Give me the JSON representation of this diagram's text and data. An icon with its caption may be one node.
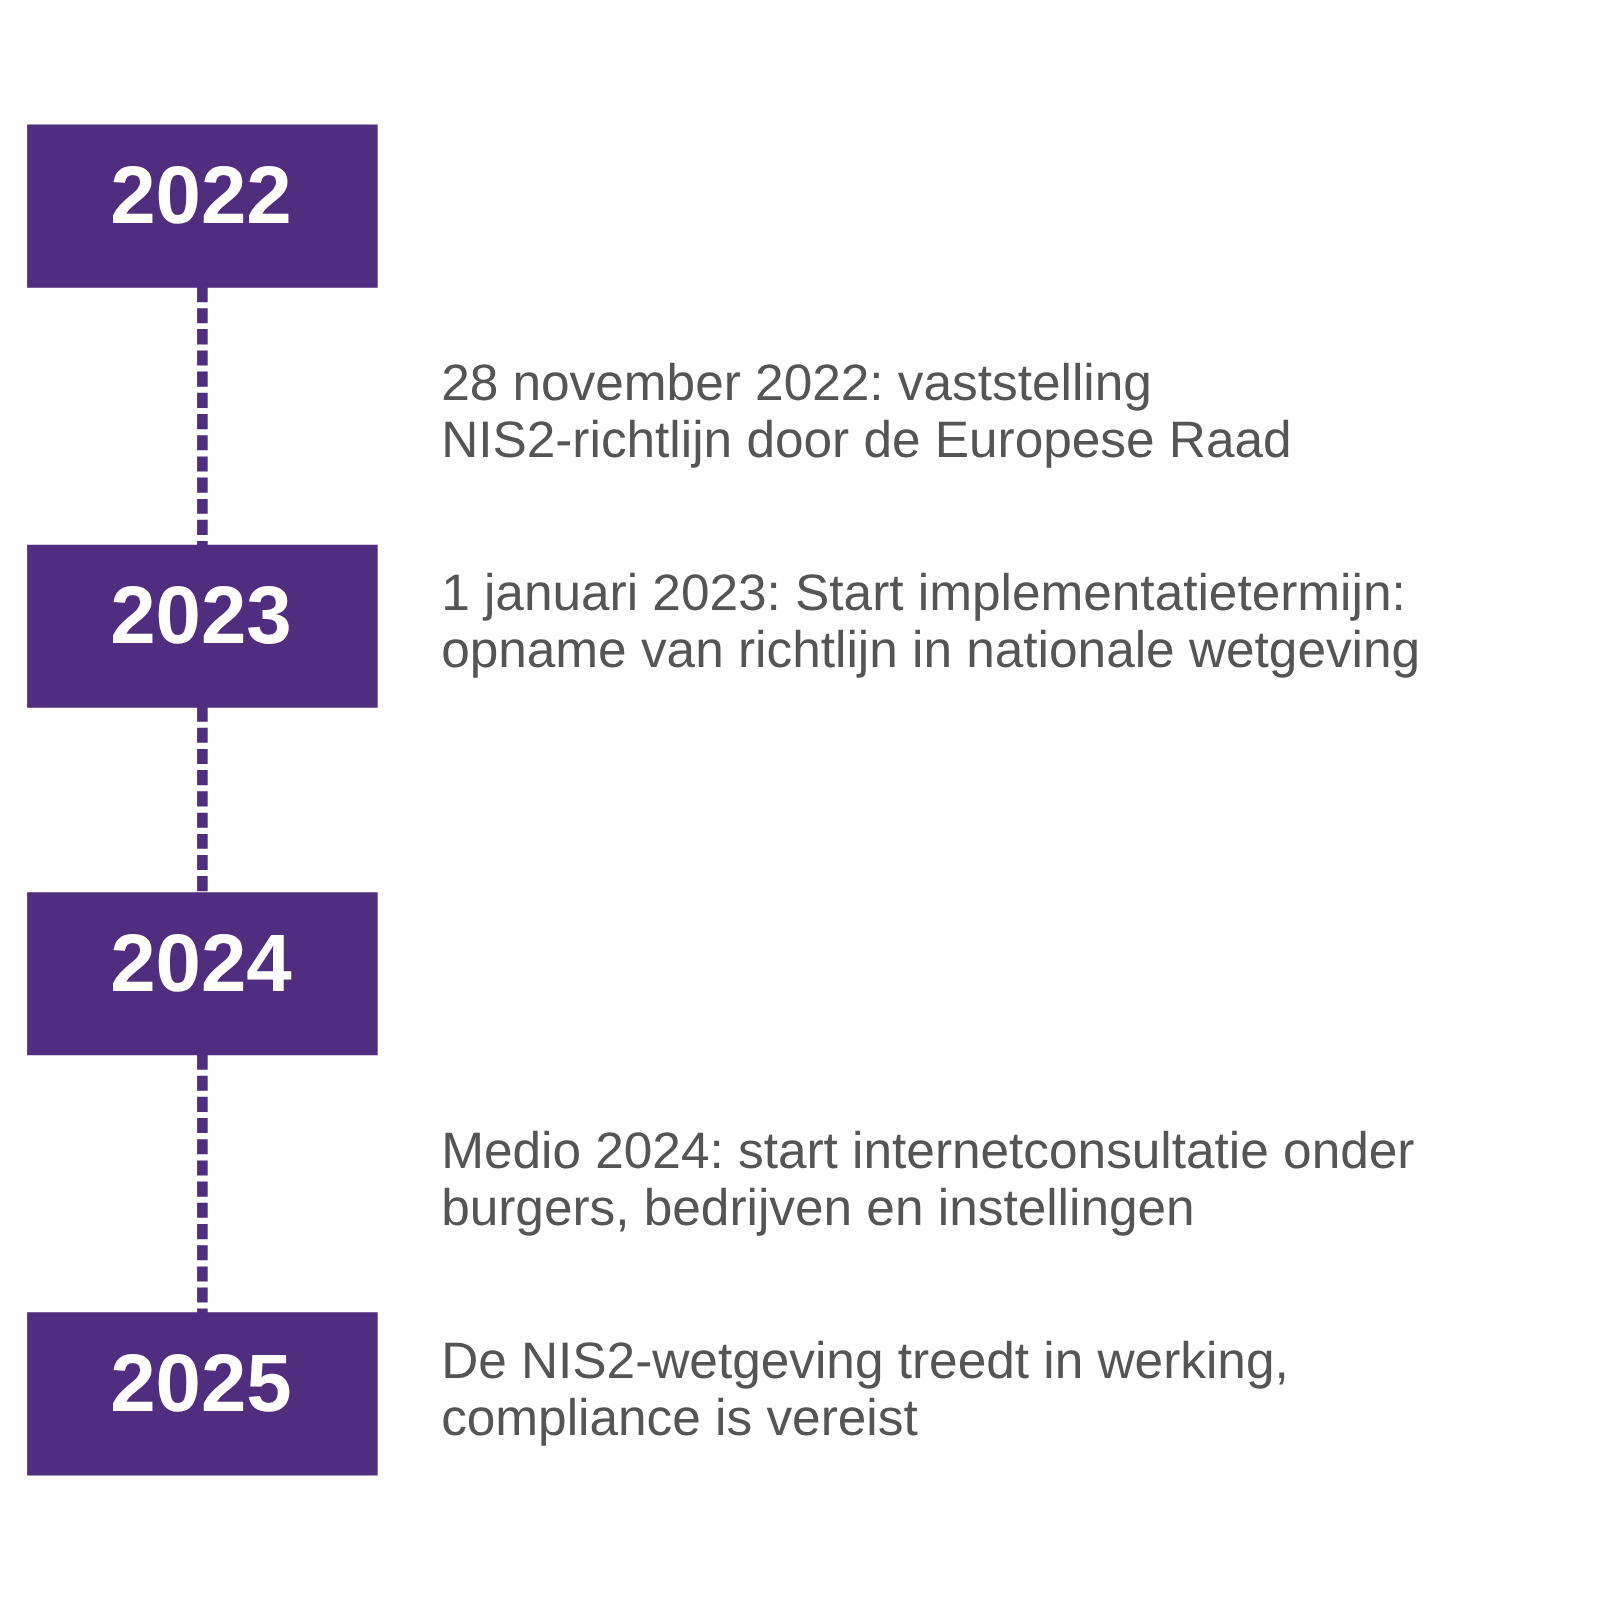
{
  "diagram": {
    "nodes": [
      {
        "text": [
          "2022"
        ],
        "beside": [
          "28 november 2022: vaststelling NIS2-richtlijn door de Europese Raad"
        ]
      },
      {
        "text": [
          "2023"
        ],
        "beside": [
          "1 januari 2023: Start implementatietermijn: opname van richtlijn in nationale wetgeving"
        ]
      },
      {
        "text": [
          "2024"
        ],
        "beside": [
          "Medio 2024: start internetconsultatie onder burgers, bedrijven en instellingen"
        ]
      },
      {
        "text": [
          "2025"
        ],
        "beside": [
          "De NIS2-wetgeving treedt in werking, compliance is vereist"
        ]
      }
    ],
    "edges": [
      {
        "from": 0,
        "to": 1,
        "arrow": "none",
        "style": "dashed"
      },
      {
        "from": 1,
        "to": 2,
        "arrow": "none",
        "style": "dashed"
      },
      {
        "from": 2,
        "to": 3,
        "arrow": "none",
        "style": "dashed"
      }
    ]
  }
}
